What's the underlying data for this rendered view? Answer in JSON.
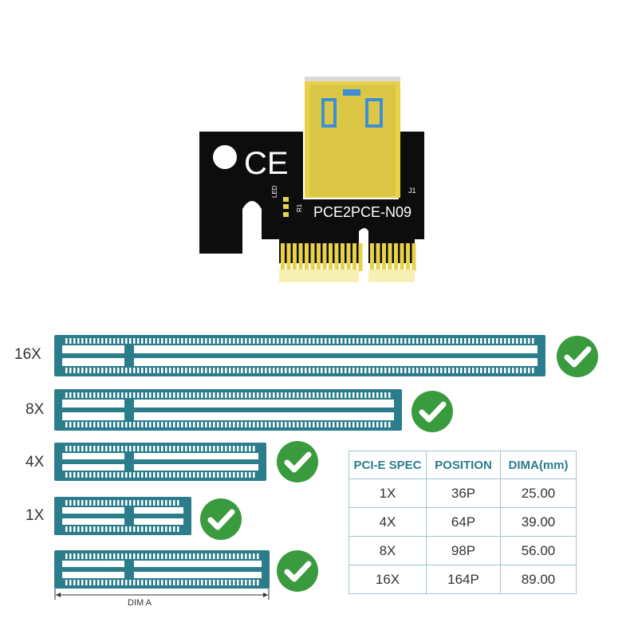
{
  "card": {
    "model": "PCE2PCE-N09",
    "ce_mark": "CE",
    "led_label": "LED",
    "r1_label": "R1",
    "j1_label": "J1"
  },
  "slots": [
    {
      "label": "16X",
      "supported": true
    },
    {
      "label": "8X",
      "supported": true
    },
    {
      "label": "4X",
      "supported": true
    },
    {
      "label": "1X",
      "supported": true
    },
    {
      "label": "",
      "supported": true
    }
  ],
  "dimension": {
    "label": "DIM A"
  },
  "spec_table": {
    "headers": [
      "PCI-E SPEC",
      "POSITION",
      "DIMA(mm)"
    ],
    "rows": [
      [
        "1X",
        "36P",
        "25.00"
      ],
      [
        "4X",
        "64P",
        "39.00"
      ],
      [
        "8X",
        "98P",
        "56.00"
      ],
      [
        "16X",
        "164P",
        "89.00"
      ]
    ]
  },
  "colors": {
    "slot_teal": "#2b7d8c",
    "check_green": "#3a9a3e",
    "board": "#0d0d0d",
    "gold": "#e7d24a",
    "usb_blue": "#3b8fd6"
  }
}
